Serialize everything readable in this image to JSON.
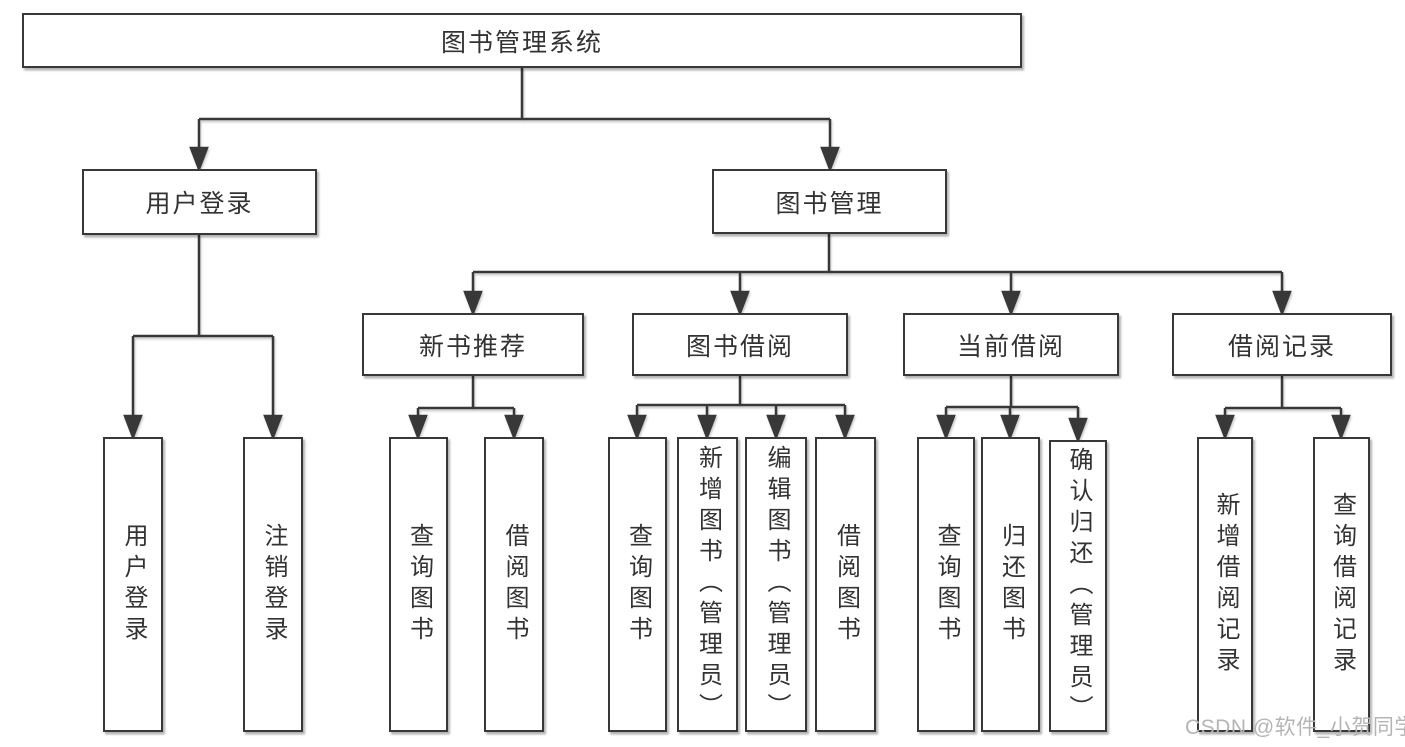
{
  "tree": {
    "root": "图书管理系统",
    "branches": [
      {
        "label": "用户登录",
        "leaves": [
          "用户登录",
          "注销登录"
        ]
      },
      {
        "label": "图书管理",
        "groups": [
          {
            "label": "新书推荐",
            "leaves": [
              "查询图书",
              "借阅图书"
            ]
          },
          {
            "label": "图书借阅",
            "leaves": [
              "查询图书",
              "新增图书（管理员）",
              "编辑图书（管理员）",
              "借阅图书"
            ]
          },
          {
            "label": "当前借阅",
            "leaves": [
              "查询图书",
              "归还图书",
              "确认归还（管理员）"
            ]
          },
          {
            "label": "借阅记录",
            "leaves": [
              "新增借阅记录",
              "查询借阅记录"
            ]
          }
        ]
      }
    ]
  },
  "watermark": "CSDN @软件_小贺同学",
  "colors": {
    "line": "#383838",
    "box_border": "#383838",
    "text": "#333333",
    "background": "#ffffff",
    "watermark": "#b5b5b5"
  }
}
